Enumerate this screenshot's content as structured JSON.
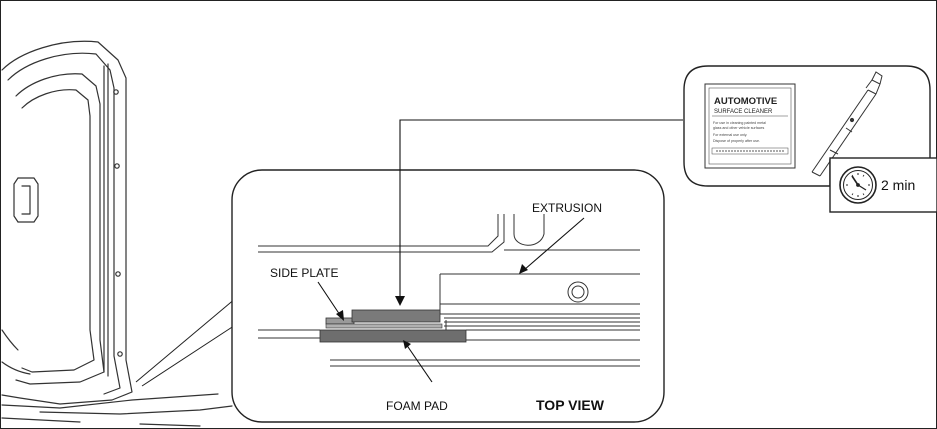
{
  "callout": {
    "extrusion_label": "EXTRUSION",
    "side_plate_label": "SIDE PLATE",
    "foam_pad_label": "FOAM PAD",
    "view_label": "TOP VIEW"
  },
  "product": {
    "title": "AUTOMOTIVE",
    "subtitle": "SURFACE CLEANER",
    "fine_lines": [
      "For use in cleaning painted metal",
      "glass and other vehicle surfaces",
      "For external use only.",
      "Dispose of properly after use."
    ]
  },
  "timer": {
    "text": "2 min",
    "icon": "clock-icon"
  },
  "colors": {
    "plate_fill": "#7a7a7a",
    "foam_fill": "#6e6e6e",
    "line": "#222222"
  }
}
